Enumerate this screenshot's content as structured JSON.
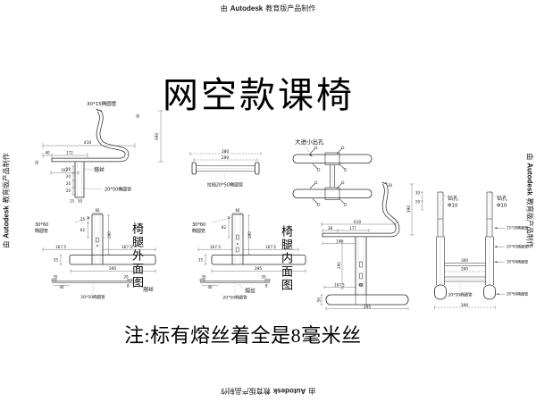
{
  "watermark": {
    "prefix": "由",
    "brand": "Autodesk",
    "suffix": "教育版产品制作"
  },
  "title": "网空款课椅",
  "note": "注:标有熔丝着全是8毫米丝",
  "backrest": {
    "top_tube_label": "30*15椭圆管",
    "bottom_tube_label": "20*50椭圆管",
    "weld_label": "熔丝",
    "dim_410": "410",
    "dim_40": "40",
    "dim_172": "172",
    "dim_162": "162",
    "dim_390": "390",
    "dim_30": "30",
    "dim_rail": "30",
    "stack": [
      "28",
      "20",
      "20",
      "20"
    ],
    "dim_15": "15",
    "dim_50": "50"
  },
  "stretcher": {
    "dim_380": "380",
    "dim_290": "290",
    "label": "拉档20*50椭圆管"
  },
  "base": {
    "hole_label": "大进小出孔"
  },
  "leg_outer": {
    "vtitle": "椅腿外面图",
    "tube_line1": "30*60",
    "tube_line2": "椭圆管",
    "dim_66": "66",
    "dim_25": "25",
    "dim_82": "82",
    "dim_290": "290",
    "dim_167l": "167.5",
    "dim_167r": "167.5",
    "dim_35": "35",
    "dim_395": "395",
    "dim_35b": "35",
    "dim_40": "40",
    "dim_20": "20",
    "dim_8": "8",
    "weld_label": "熔丝",
    "bottom_label": "20*50椭圆管"
  },
  "leg_inner": {
    "vtitle": "椅腿内面图",
    "tube_line1": "30*60",
    "tube_line2": "椭圆管",
    "dim_66": "66",
    "dim_82": "82",
    "dim_290": "290",
    "dim_167l": "167.5",
    "dim_167r": "167.5",
    "dim_35": "35",
    "dim_395": "395",
    "dim_35b": "35",
    "dim_40": "40",
    "dim_20": "20",
    "dim_8": "8",
    "weld_label": "熔丝",
    "bottom_label": "20*50椭圆管"
  },
  "side": {
    "dim_30": "30",
    "dim_390": "390",
    "dim_410": "410",
    "dim_38": "38",
    "dim_177": "177",
    "dim_148": "148",
    "dim_260": "260",
    "dim_167": "167.5",
    "dim_68": "68",
    "dim_50": "50",
    "dim_395": "395"
  },
  "front": {
    "dim_30": "30",
    "dim_29": "29",
    "drill_l1": "钻孔",
    "drill_l2": "Φ10",
    "drill_r1": "钻孔",
    "drill_r2": "Φ10",
    "tube_1": "15*30椭圆管",
    "tube_2": "20*45椭圆管",
    "tube_3": "30*60椭圆管",
    "tube_4": "20*60椭圆管",
    "bottom_label": "20*50椭圆管",
    "dim_300": "300",
    "dim_290": "290",
    "dim_390": "390"
  }
}
